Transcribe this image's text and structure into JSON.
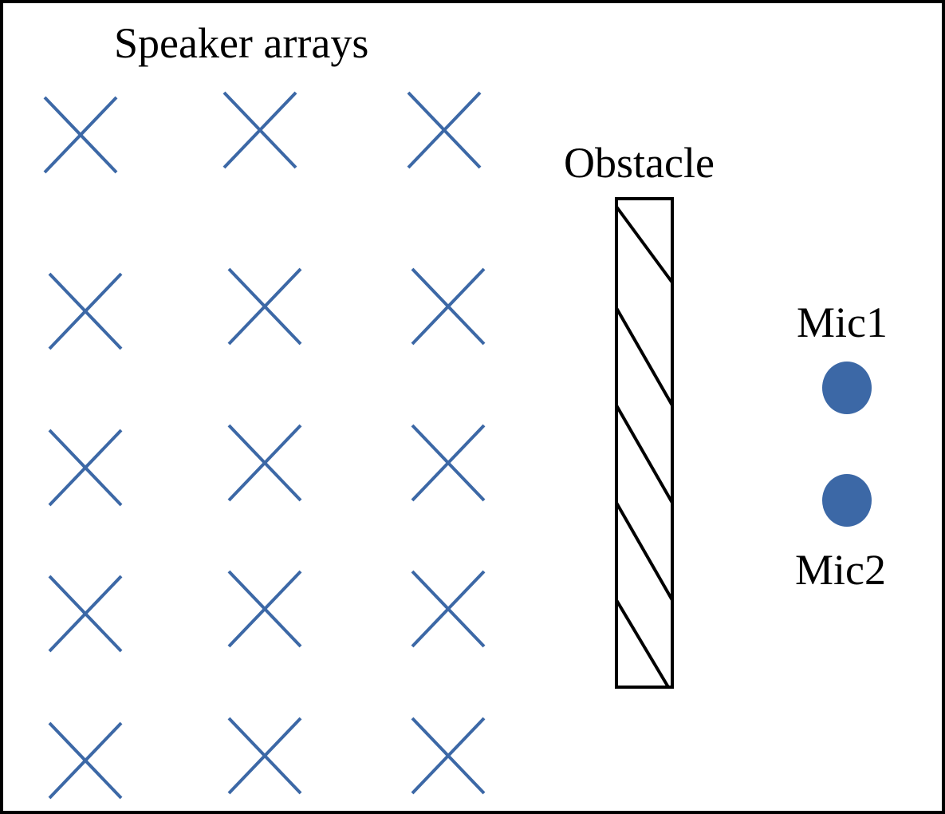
{
  "labels": {
    "speakers": "Speaker arrays",
    "obstacle": "Obstacle",
    "mic1": "Mic1",
    "mic2": "Mic2"
  },
  "speaker_grid": {
    "rows": 5,
    "columns": 3
  },
  "colors": {
    "speaker": "#3C68A6",
    "mic": "#3C68A6",
    "outline": "#000000",
    "background": "#ffffff"
  },
  "icons": {
    "speaker": "x-cross-icon",
    "mic": "filled-circle-icon"
  }
}
